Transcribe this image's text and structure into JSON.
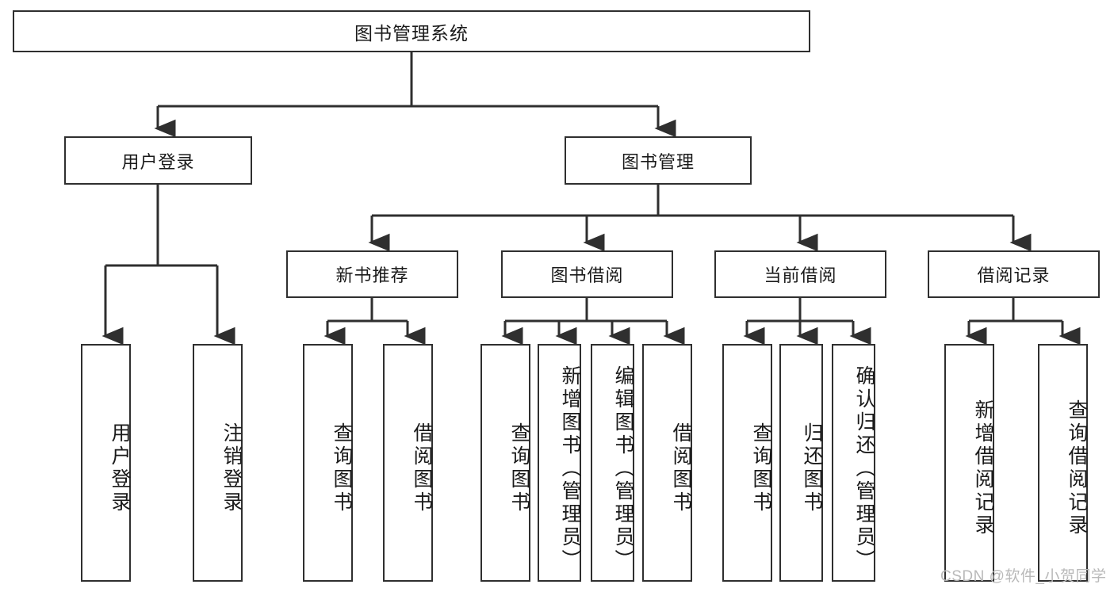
{
  "diagram": {
    "type": "tree",
    "title": "图书管理系统",
    "root": {
      "label": "图书管理系统"
    },
    "level2": [
      {
        "label": "用户登录"
      },
      {
        "label": "图书管理"
      }
    ],
    "level3": [
      {
        "label": "新书推荐"
      },
      {
        "label": "图书借阅"
      },
      {
        "label": "当前借阅"
      },
      {
        "label": "借阅记录"
      }
    ],
    "leaves": {
      "user_login": [
        {
          "label": "用户登录"
        },
        {
          "label": "注销登录"
        }
      ],
      "new_book_recommend": [
        {
          "label": "查询图书"
        },
        {
          "label": "借阅图书"
        }
      ],
      "book_borrow": [
        {
          "label": "查询图书"
        },
        {
          "label": "新增图书（管理员）"
        },
        {
          "label": "编辑图书（管理员）"
        },
        {
          "label": "借阅图书"
        }
      ],
      "current_borrow": [
        {
          "label": "查询图书"
        },
        {
          "label": "归还图书"
        },
        {
          "label": "确认归还（管理员）"
        }
      ],
      "borrow_record": [
        {
          "label": "新增借阅记录"
        },
        {
          "label": "查询借阅记录"
        }
      ]
    }
  },
  "watermark": {
    "text": "CSDN @软件_小贺同学"
  },
  "colors": {
    "border": "#2f2f2f",
    "fill": "#ffffff",
    "text": "#1a1a1a",
    "watermark": "#b9b9b9"
  }
}
